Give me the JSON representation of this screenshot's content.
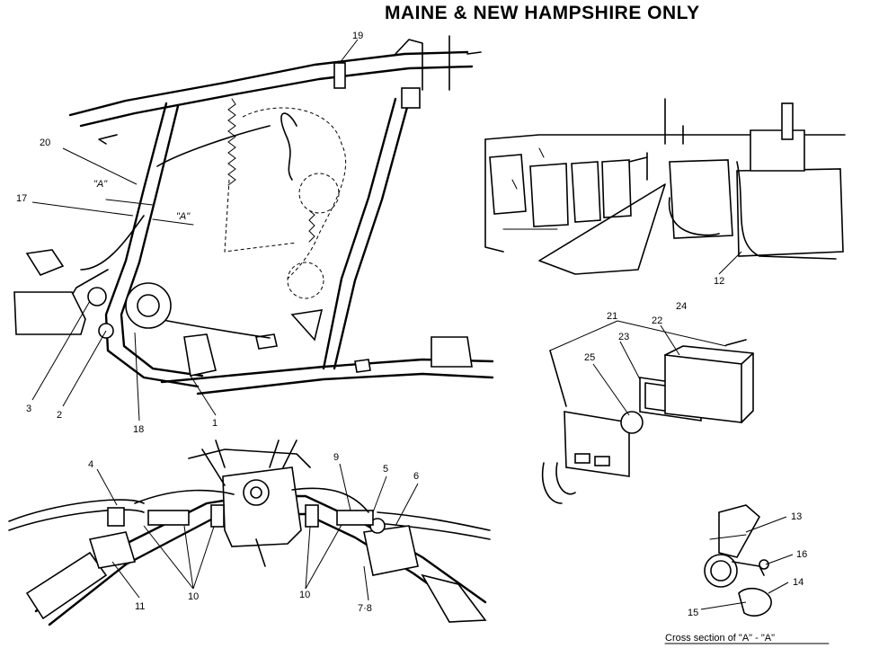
{
  "title": "MAINE & NEW HAMPSHIRE ONLY",
  "section_marks": [
    "\"A\"",
    "\"A\""
  ],
  "caption": "Cross section of \"A\" - \"A\"",
  "callouts": [
    {
      "id": "c19",
      "label": "19"
    },
    {
      "id": "c20",
      "label": "20"
    },
    {
      "id": "c17",
      "label": "17"
    },
    {
      "id": "c3",
      "label": "3"
    },
    {
      "id": "c2",
      "label": "2"
    },
    {
      "id": "c18",
      "label": "18"
    },
    {
      "id": "c1",
      "label": "1"
    },
    {
      "id": "c12",
      "label": "12"
    },
    {
      "id": "c21",
      "label": "21"
    },
    {
      "id": "c24",
      "label": "24"
    },
    {
      "id": "c22",
      "label": "22"
    },
    {
      "id": "c23",
      "label": "23"
    },
    {
      "id": "c25",
      "label": "25"
    },
    {
      "id": "c4",
      "label": "4"
    },
    {
      "id": "c9",
      "label": "9"
    },
    {
      "id": "c5",
      "label": "5"
    },
    {
      "id": "c6",
      "label": "6"
    },
    {
      "id": "c11",
      "label": "11"
    },
    {
      "id": "c10a",
      "label": "10"
    },
    {
      "id": "c10b",
      "label": "10"
    },
    {
      "id": "c78",
      "label": "7·8"
    },
    {
      "id": "c13",
      "label": "13"
    },
    {
      "id": "c16",
      "label": "16"
    },
    {
      "id": "c14",
      "label": "14"
    },
    {
      "id": "c15",
      "label": "15"
    }
  ]
}
